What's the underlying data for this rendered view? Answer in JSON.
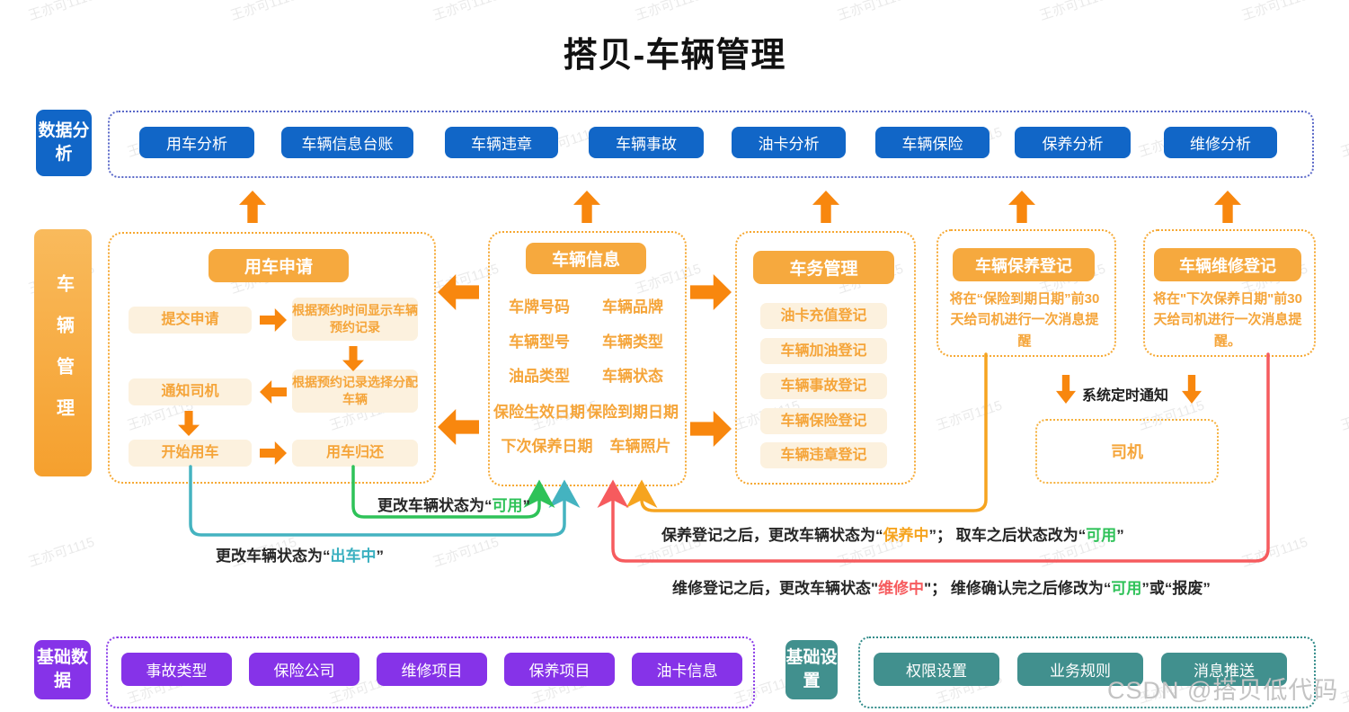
{
  "title": "搭贝-车辆管理",
  "watermark": {
    "text": "王亦可1115",
    "csdn": "CSDN @搭贝低代码"
  },
  "colors": {
    "blue": "#1166c7",
    "orange": "#f6a93e",
    "arrow_orange": "#f8870e",
    "purple": "#8633e8",
    "teal": "#41908e",
    "green": "#2ec258",
    "cyan": "#44b3c0",
    "red": "#f65b5e"
  },
  "data_analysis": {
    "label": "数据分析",
    "items": [
      "用车分析",
      "车辆信息台账",
      "车辆违章",
      "车辆事故",
      "油卡分析",
      "车辆保险",
      "保养分析",
      "维修分析"
    ]
  },
  "vehicle_mgmt": {
    "label": "车辆管理",
    "usage_request": {
      "header": "用车申请",
      "submit": "提交申请",
      "show_records": "根据预约时间显示车辆预约记录",
      "notify_driver": "通知司机",
      "assign_vehicle": "根据预约记录选择分配车辆",
      "start_use": "开始用车",
      "return_vehicle": "用车归还"
    },
    "vehicle_info": {
      "header": "车辆信息",
      "fields": [
        [
          "车牌号码",
          "车辆品牌"
        ],
        [
          "车辆型号",
          "车辆类型"
        ],
        [
          "油品类型",
          "车辆状态"
        ],
        [
          "保险生效日期",
          "保险到期日期"
        ],
        [
          "下次保养日期",
          "车辆照片"
        ]
      ]
    },
    "vehicle_service": {
      "header": "车务管理",
      "items": [
        "油卡充值登记",
        "车辆加油登记",
        "车辆事故登记",
        "车辆保险登记",
        "车辆违章登记"
      ]
    },
    "maintenance_reg": {
      "header": "车辆保养登记",
      "note": "将在“保险到期日期”前30天给司机进行一次消息提醒"
    },
    "repair_reg": {
      "header": "车辆维修登记",
      "note": "将在\"下次保养日期\"前30天给司机进行一次消息提醒。"
    },
    "system_notify": "系统定时通知",
    "driver": "司机"
  },
  "status_notes": {
    "available": [
      {
        "t": "更改车辆状态为“"
      },
      {
        "t": "可用",
        "c": "#2ec258"
      },
      {
        "t": "”"
      }
    ],
    "in_use": [
      {
        "t": "更改车辆状态为“"
      },
      {
        "t": "出车中",
        "c": "#3ab0c0"
      },
      {
        "t": "”"
      }
    ],
    "maintenance": [
      {
        "t": "保养登记之后，更改车辆状态为“"
      },
      {
        "t": "保养中",
        "c": "#f6a41f"
      },
      {
        "t": "”； 取车之后状态改为“"
      },
      {
        "t": "可用",
        "c": "#2ec258"
      },
      {
        "t": "”"
      }
    ],
    "repair": [
      {
        "t": "维修登记之后，更改车辆状态\""
      },
      {
        "t": "维修中",
        "c": "#f65b5e"
      },
      {
        "t": "\"； 维修确认完之后修改为“"
      },
      {
        "t": "可用",
        "c": "#2ec258"
      },
      {
        "t": "”或“"
      },
      {
        "t": "报废",
        "b": true
      },
      {
        "t": "”"
      }
    ]
  },
  "base_data": {
    "label": "基础数据",
    "items": [
      "事故类型",
      "保险公司",
      "维修项目",
      "保养项目",
      "油卡信息"
    ]
  },
  "base_settings": {
    "label": "基础设置",
    "items": [
      "权限设置",
      "业务规则",
      "消息推送"
    ]
  }
}
